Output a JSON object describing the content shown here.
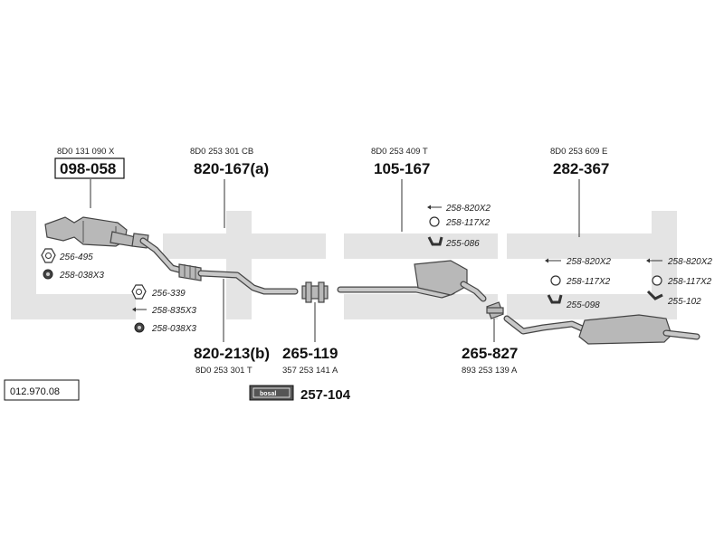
{
  "reference": "012.970.08",
  "watermark_color": "#e4e4e4",
  "parts": [
    {
      "oem": "8D0 131 090 X",
      "number": "098-058"
    },
    {
      "oem": "8D0 253 301 CB",
      "number": "820-167(a)"
    },
    {
      "oem": "8D0 253 409 T",
      "number": "105-167"
    },
    {
      "oem": "8D0 253 609 E",
      "number": "282-367"
    },
    {
      "oem": "8D0 253 301 T",
      "number": "820-213(b)"
    },
    {
      "oem": "357 253 141 A",
      "number": "265-119"
    },
    {
      "oem": "893 253 139 A",
      "number": "265-827"
    }
  ],
  "accessories": [
    {
      "label": "256-495",
      "icon": "gasket-ring-icon"
    },
    {
      "label": "258-038X3",
      "icon": "nut-icon"
    },
    {
      "label": "256-339",
      "icon": "gasket-ring-icon"
    },
    {
      "label": "258-835X3",
      "icon": "bolt-arrow-icon"
    },
    {
      "label": "258-038X3",
      "icon": "nut-icon"
    },
    {
      "label": "258-820X2",
      "icon": "bolt-arrow-icon"
    },
    {
      "label": "258-117X2",
      "icon": "washer-icon"
    },
    {
      "label": "255-086",
      "icon": "rubber-hanger-icon"
    },
    {
      "label": "258-820X2",
      "icon": "bolt-arrow-icon"
    },
    {
      "label": "258-117X2",
      "icon": "washer-icon"
    },
    {
      "label": "255-098",
      "icon": "rubber-hanger-icon"
    },
    {
      "label": "258-820X2",
      "icon": "bolt-arrow-icon"
    },
    {
      "label": "258-117X2",
      "icon": "washer-icon"
    },
    {
      "label": "255-102",
      "icon": "rubber-hanger-icon"
    }
  ],
  "kit": {
    "logo": "bosal",
    "number": "257-104"
  }
}
